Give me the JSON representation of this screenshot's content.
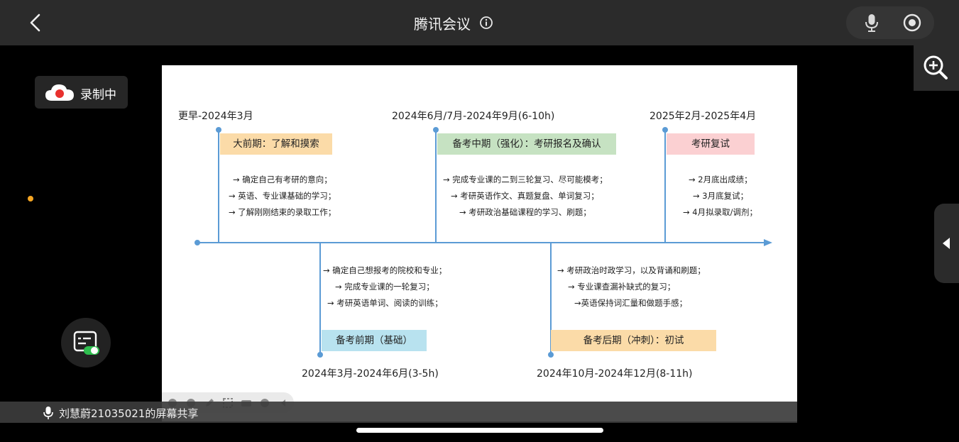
{
  "app": {
    "title": "腾讯会议"
  },
  "recording": {
    "label": "录制中"
  },
  "share": {
    "label": "刘慧蔚21035021的屏幕共享"
  },
  "slide": {
    "dates": {
      "d1": "更早-2024年3月",
      "d2": "2024年6月/7月-2024年9月(6-10h)",
      "d3": "2025年2月-2025年4月",
      "d4": "2024年3月-2024年6月(3-5h)",
      "d5": "2024年10月-2024年12月(8-11h)"
    },
    "phases": {
      "p1": {
        "label": "大前期：了解和摸索",
        "color": "#fbdba8"
      },
      "p2": {
        "label": "备考中期（强化）：考研报名及确认",
        "color": "#c6e2c2"
      },
      "p3": {
        "label": "考研复试",
        "color": "#fbd0d2"
      },
      "p4": {
        "label": "备考前期（基础）",
        "color": "#b8e2ef"
      },
      "p5": {
        "label": "备考后期（冲刺）：初试",
        "color": "#fbdba8"
      }
    },
    "bullets": {
      "p1": [
        "→ 确定自己有考研的意向；",
        "→ 英语、专业课基础的学习；",
        "→ 了解刚刚结束的录取工作；"
      ],
      "p2": [
        "→ 完成专业课的二到三轮复习、尽可能模考；",
        "→ 考研英语作文、真题复盘、单词复习；",
        "→ 考研政治基础课程的学习、刷题；"
      ],
      "p3": [
        "→ 2月底出成绩；",
        "→ 3月底复试；",
        "→ 4月拟录取/调剂；"
      ],
      "p4": [
        "→ 确定自己想报考的院校和专业；",
        "→ 完成专业课的一轮复习；",
        "→ 考研英语单词、阅读的训练；"
      ],
      "p5": [
        "→ 考研政治时政学习，以及背诵和刷题；",
        "→ 专业课查漏补缺式的复习；",
        "→英语保持词汇量和做题手感；"
      ]
    },
    "timeline_color": "#5b9bd5"
  },
  "colors": {
    "topbar": "#2b2b2b",
    "accent_red": "#e8312f",
    "orange_dot": "#f5a623",
    "toggle_green": "#2fbf4f"
  }
}
